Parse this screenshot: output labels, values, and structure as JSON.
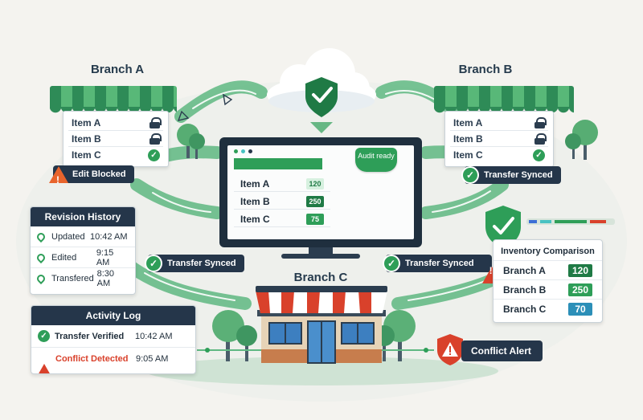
{
  "colors": {
    "green": "#2e9e58",
    "dark_green": "#1f7a45",
    "navy": "#25364a",
    "warning_orange": "#e8642c",
    "alert_red": "#d9412b",
    "blue_badge": "#2c8fb8",
    "chart_blue": "#3d6fd6",
    "chart_teal": "#48c2c2"
  },
  "branch_a": {
    "title": "Branch A",
    "items": [
      {
        "label": "Item A",
        "icon": "lock-icon"
      },
      {
        "label": "Item B",
        "icon": "lock-icon"
      },
      {
        "label": "Item C",
        "icon": "check-icon"
      }
    ],
    "status": "Edit Blocked"
  },
  "branch_b": {
    "title": "Branch B",
    "items": [
      {
        "label": "Item A",
        "icon": "lock-icon"
      },
      {
        "label": "Item B",
        "icon": "lock-icon"
      },
      {
        "label": "Item C",
        "icon": "check-icon"
      }
    ],
    "status": "Transfer Synced"
  },
  "branch_c": {
    "title": "Branch C"
  },
  "monitor": {
    "badge": "Audit ready",
    "rows": [
      {
        "label": "Item A",
        "value": "120"
      },
      {
        "label": "Item B",
        "value": "250"
      },
      {
        "label": "Item C",
        "value": "75"
      }
    ]
  },
  "revision_history": {
    "title": "Revision History",
    "rows": [
      {
        "action": "Updated",
        "time": "10:42 AM"
      },
      {
        "action": "Edited",
        "time": "9:15 AM"
      },
      {
        "action": "Transfered",
        "time": "8:30 AM"
      }
    ]
  },
  "activity_log": {
    "title": "Activity Log",
    "rows": [
      {
        "label": "Transfer Verified",
        "time": "10:42 AM",
        "icon": "check-icon"
      },
      {
        "label": "Conflict Detected",
        "time": "9:05 AM",
        "icon": "warning-icon"
      }
    ]
  },
  "transfer_left": "Transfer Synced",
  "transfer_right": "Transfer Synced",
  "inventory": {
    "title": "Inventory Comparison",
    "rows": [
      {
        "label": "Branch A",
        "value": "120"
      },
      {
        "label": "Branch B",
        "value": "250"
      },
      {
        "label": "Branch C",
        "value": "70"
      }
    ]
  },
  "conflict_alert": "Conflict Alert"
}
